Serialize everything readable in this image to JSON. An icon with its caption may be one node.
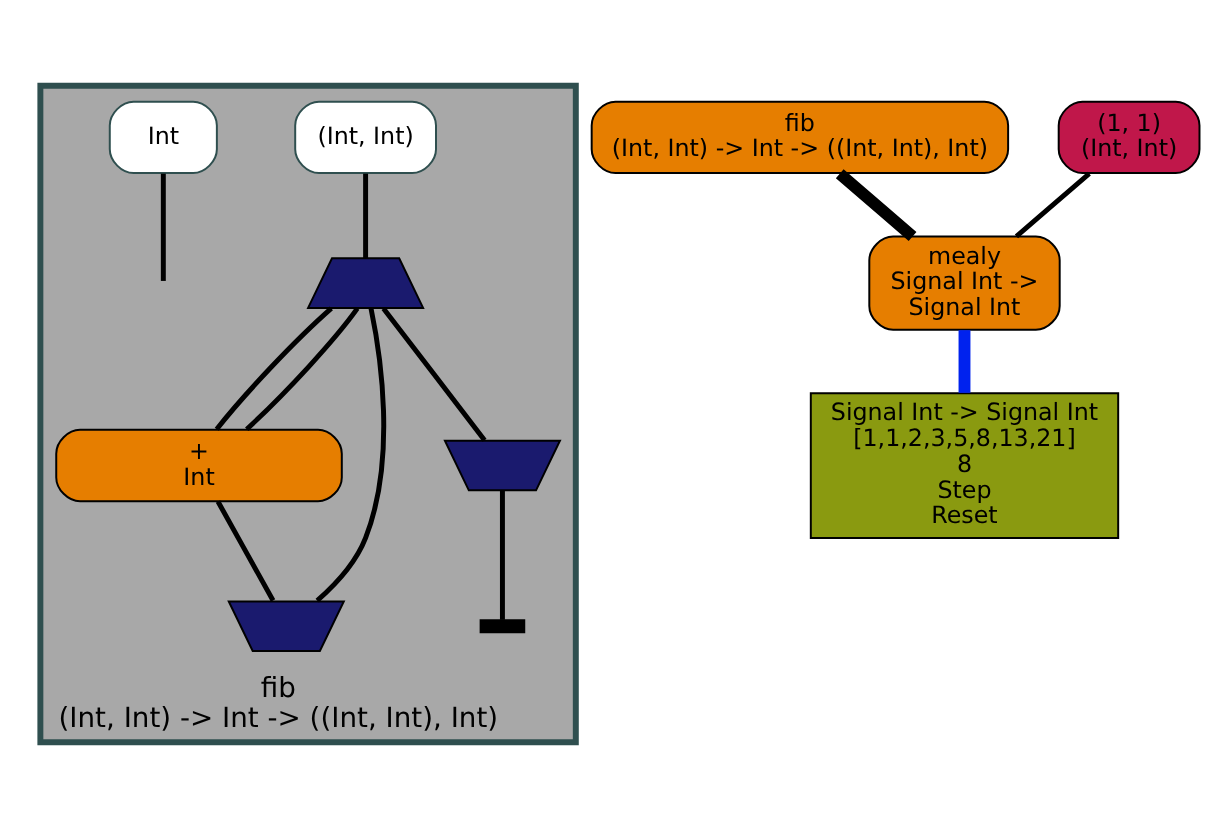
{
  "diagram": {
    "nodes": [
      {
        "text": [
          "fib",
          "(Int, Int) -> Int -> ((Int, Int), Int)"
        ]
      },
      {
        "text": [
          "(Int, Int)"
        ],
        "in": 0
      },
      {
        "text": [
          "Int"
        ],
        "in": 0
      },
      {
        "text": [],
        "shape": "trapezoid",
        "in": 0
      },
      {
        "text": [
          "+",
          "Int"
        ],
        "in": 0
      },
      {
        "text": [],
        "shape": "trapezoid",
        "in": 0
      },
      {
        "text": [],
        "shape": "trapezoid",
        "in": 0
      },
      {
        "text": [],
        "shape": "bar",
        "in": 0
      },
      {
        "text": [
          "fib",
          "(Int, Int) -> Int -> ((Int, Int), Int)"
        ]
      },
      {
        "text": [
          "(1, 1)",
          "(Int, Int)"
        ]
      },
      {
        "text": [
          "mealy",
          "Signal Int ->",
          "Signal Int"
        ]
      },
      {
        "text": [
          "Signal Int -> Signal Int",
          "[1,1,2,3,5,8,13,21]",
          "8",
          "Step",
          "Reset"
        ]
      }
    ],
    "edges": [
      {
        "from": 1,
        "to": 3,
        "arrow": "none"
      },
      {
        "from": 2,
        "to": null,
        "arrow": "none"
      },
      {
        "from": 3,
        "to": 4,
        "arrow": "none"
      },
      {
        "from": 3,
        "to": 4,
        "arrow": "none"
      },
      {
        "from": 3,
        "to": 6,
        "arrow": "none"
      },
      {
        "from": 3,
        "to": 5,
        "arrow": "none"
      },
      {
        "from": 4,
        "to": 5,
        "arrow": "none"
      },
      {
        "from": 6,
        "to": 7,
        "arrow": "none"
      },
      {
        "from": 8,
        "to": 10,
        "arrow": "none",
        "style": "thick"
      },
      {
        "from": 9,
        "to": 10,
        "arrow": "none"
      },
      {
        "from": 10,
        "to": 11,
        "arrow": "none",
        "style": "thick",
        "color": "#0022ee"
      }
    ]
  }
}
